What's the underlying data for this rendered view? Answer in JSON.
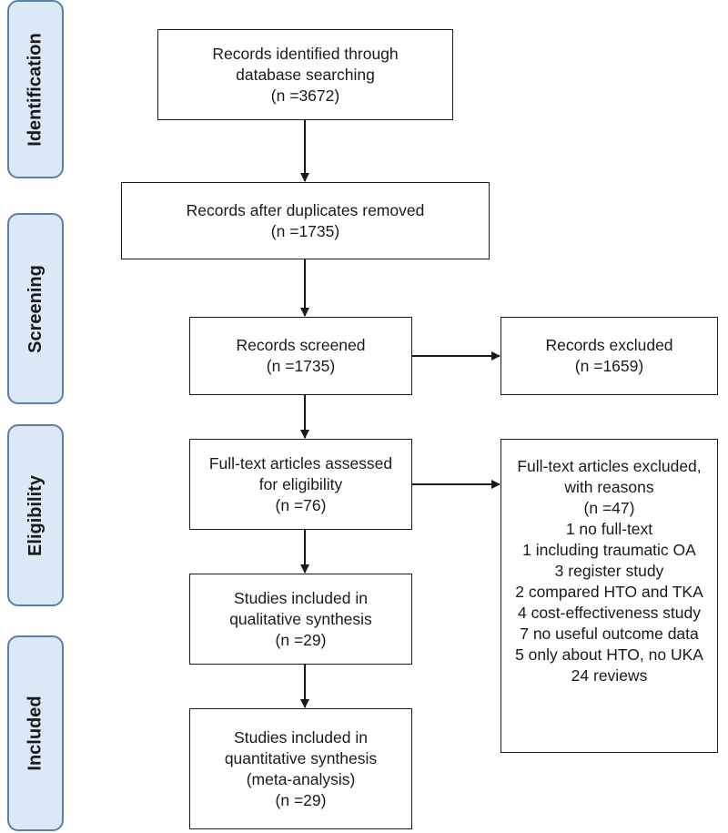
{
  "phases": {
    "identification": "Identification",
    "screening": "Screening",
    "eligibility": "Eligibility",
    "included": "Included"
  },
  "boxes": {
    "identified": [
      "Records identified through",
      "database searching",
      "(n =3672)"
    ],
    "duplicates_removed": [
      "Records after duplicates removed",
      "(n =1735)"
    ],
    "screened": [
      "Records screened",
      "(n =1735)"
    ],
    "excluded": [
      "Records excluded",
      "(n =1659)"
    ],
    "fulltext_assessed": [
      "Full-text articles assessed",
      "for eligibility",
      "(n =76)"
    ],
    "fulltext_excluded": [
      "Full-text articles excluded,",
      "with reasons",
      "(n =47)",
      "1 no full-text",
      "1 including traumatic OA",
      "3 register study",
      "2 compared HTO and TKA",
      "4 cost-effectiveness study",
      "7 no useful outcome data",
      "5 only about HTO, no UKA",
      "24 reviews"
    ],
    "qualitative": [
      "Studies included in",
      "qualitative synthesis",
      "(n =29)"
    ],
    "quantitative": [
      "Studies included in",
      "quantitative synthesis",
      "(meta-analysis)",
      "(n =29)"
    ]
  },
  "colors": {
    "phase_fill": "#dbe8f5",
    "phase_border": "#5b7fa8",
    "box_border": "#1a1a1a",
    "arrow": "#1a1a1a"
  }
}
